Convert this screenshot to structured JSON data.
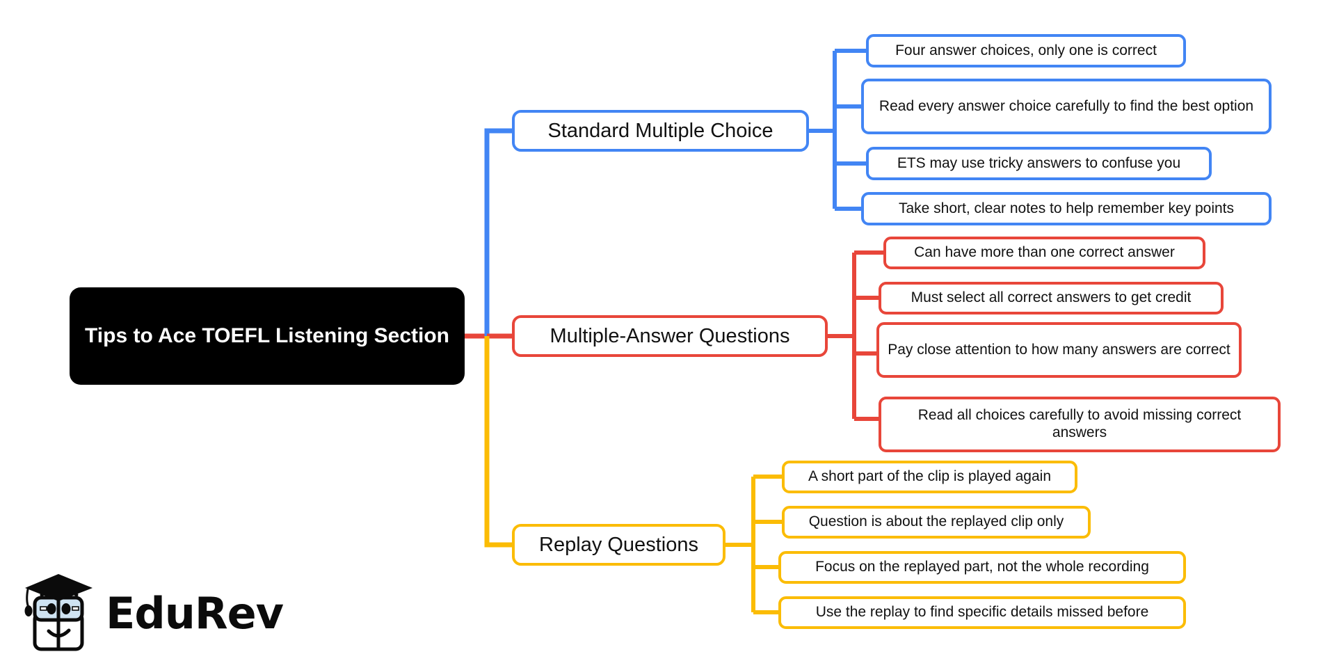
{
  "diagram": {
    "type": "mindmap",
    "title": "Tips to Ace TOEFL Listening Section",
    "background": "#ffffff",
    "orientation": "left-to-right"
  },
  "root": {
    "label": "Tips to Ace TOEFL Listening Section",
    "fill": "#000000",
    "text_color": "#ffffff"
  },
  "branches": [
    {
      "id": "standard-multiple-choice",
      "label": "Standard Multiple Choice",
      "color": "#4285F4",
      "color_name": "blue",
      "children": [
        {
          "label": "Four answer choices, only one is correct"
        },
        {
          "label": "Read every answer choice carefully to find the best option"
        },
        {
          "label": "ETS may use tricky answers to confuse you"
        },
        {
          "label": "Take short, clear notes to help remember key points"
        }
      ]
    },
    {
      "id": "multiple-answer-questions",
      "label": "Multiple-Answer Questions",
      "color": "#E8463A",
      "color_name": "red",
      "children": [
        {
          "label": "Can have more than one correct answer"
        },
        {
          "label": "Must select all correct answers to get credit"
        },
        {
          "label": "Pay close attention to how many answers are correct"
        },
        {
          "label": "Read all choices carefully to avoid missing correct answers"
        }
      ]
    },
    {
      "id": "replay-questions",
      "label": "Replay Questions",
      "color": "#FBBC05",
      "color_name": "yellow",
      "children": [
        {
          "label": "A short part of the clip is played again"
        },
        {
          "label": "Question is about the replayed clip only"
        },
        {
          "label": "Focus on the replayed part, not the whole recording"
        },
        {
          "label": "Use the replay to find specific details missed before"
        }
      ]
    }
  ],
  "logo": {
    "wordmark": "EduRev",
    "icon": "graduation-cap-book-mascot"
  }
}
